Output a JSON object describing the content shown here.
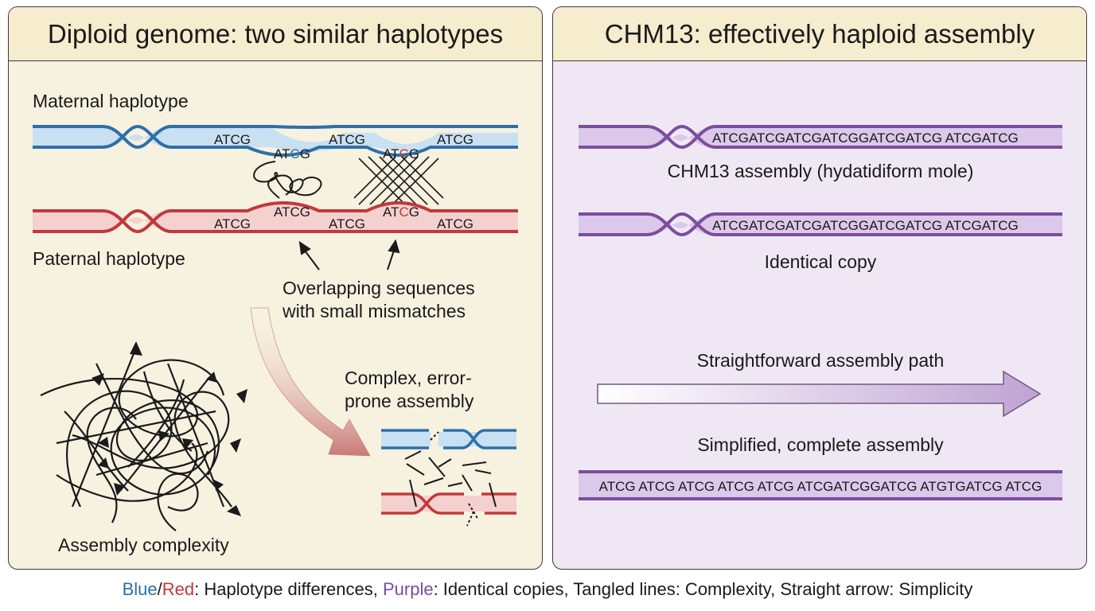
{
  "left_panel": {
    "title": "Diploid genome: two similar haplotypes",
    "maternal_label": "Maternal haplotype",
    "paternal_label": "Paternal haplotype",
    "seq_atcg": "ATCG",
    "seq_at": "AT",
    "seq_c": "C",
    "seq_g": "G",
    "overlap_line1": "Overlapping sequences",
    "overlap_line2": "with small mismatches",
    "complex_line1": "Complex, error-",
    "complex_line2": "prone assembly",
    "complexity_label": "Assembly complexity"
  },
  "right_panel": {
    "title": "CHM13: effectively haploid assembly",
    "seq_top": "ATCGATCGATCGATCGGATCGATCG ATCGATCG",
    "label_top": "CHM13 assembly (hydatidiform mole)",
    "seq_mid": "ATCGATCGATCGATCGGATCGATCG ATCGATCG",
    "label_mid": "Identical copy",
    "arrow_label": "Straightforward assembly path",
    "simplified_label": "Simplified, complete assembly",
    "seq_final": "ATCG ATCG ATCG ATCG ATCG ATCGATCGGATCG ATGTGATCG ATCG"
  },
  "footer": {
    "blue": "Blue",
    "slash": "/",
    "red": "Red",
    "part1": ": Haplotype differences, ",
    "purple": "Purple",
    "part2": ": Identical copies, Tangled lines: Complexity, Straight arrow: Simplicity"
  },
  "colors": {
    "blue": "#2f6fa8",
    "red": "#c0393b",
    "purple": "#7a4e9c",
    "header_bg": "#f6ecce",
    "left_bg": "#f7f1e0",
    "right_bg": "#efe8f4"
  }
}
